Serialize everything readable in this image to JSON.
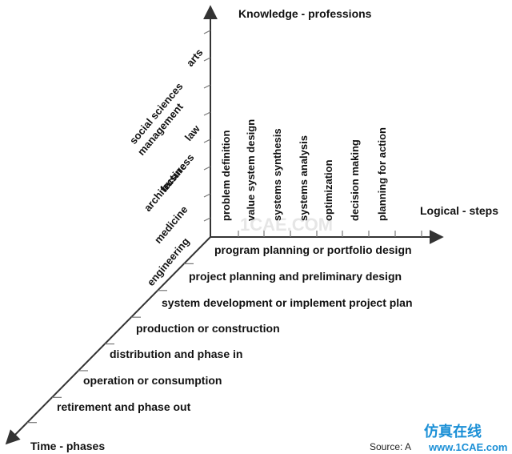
{
  "axes": {
    "knowledge": "Knowledge - professions",
    "logical": "Logical - steps",
    "time": "Time - phases"
  },
  "logical_steps": [
    "problem definition",
    "value system design",
    "systems synthesis",
    "systems analysis",
    "optimization",
    "decision making",
    "planning for action"
  ],
  "professions": [
    "engineering",
    "medicine",
    "architecture",
    "business",
    "law",
    "management",
    "social sciences",
    "arts"
  ],
  "phases": [
    "program planning or portfolio design",
    "project planning and preliminary design",
    "system development or implement project plan",
    "production or construction",
    "distribution and phase in",
    "operation or consumption",
    "retirement and phase out"
  ],
  "source": "Source: A",
  "watermark": {
    "center": "1CAE.COM",
    "brand_cn": "仿真在线",
    "brand_url": "www.1CAE.com"
  },
  "colors": {
    "line": "#333333",
    "text": "#111111",
    "watermark": "#1a8fd6"
  }
}
